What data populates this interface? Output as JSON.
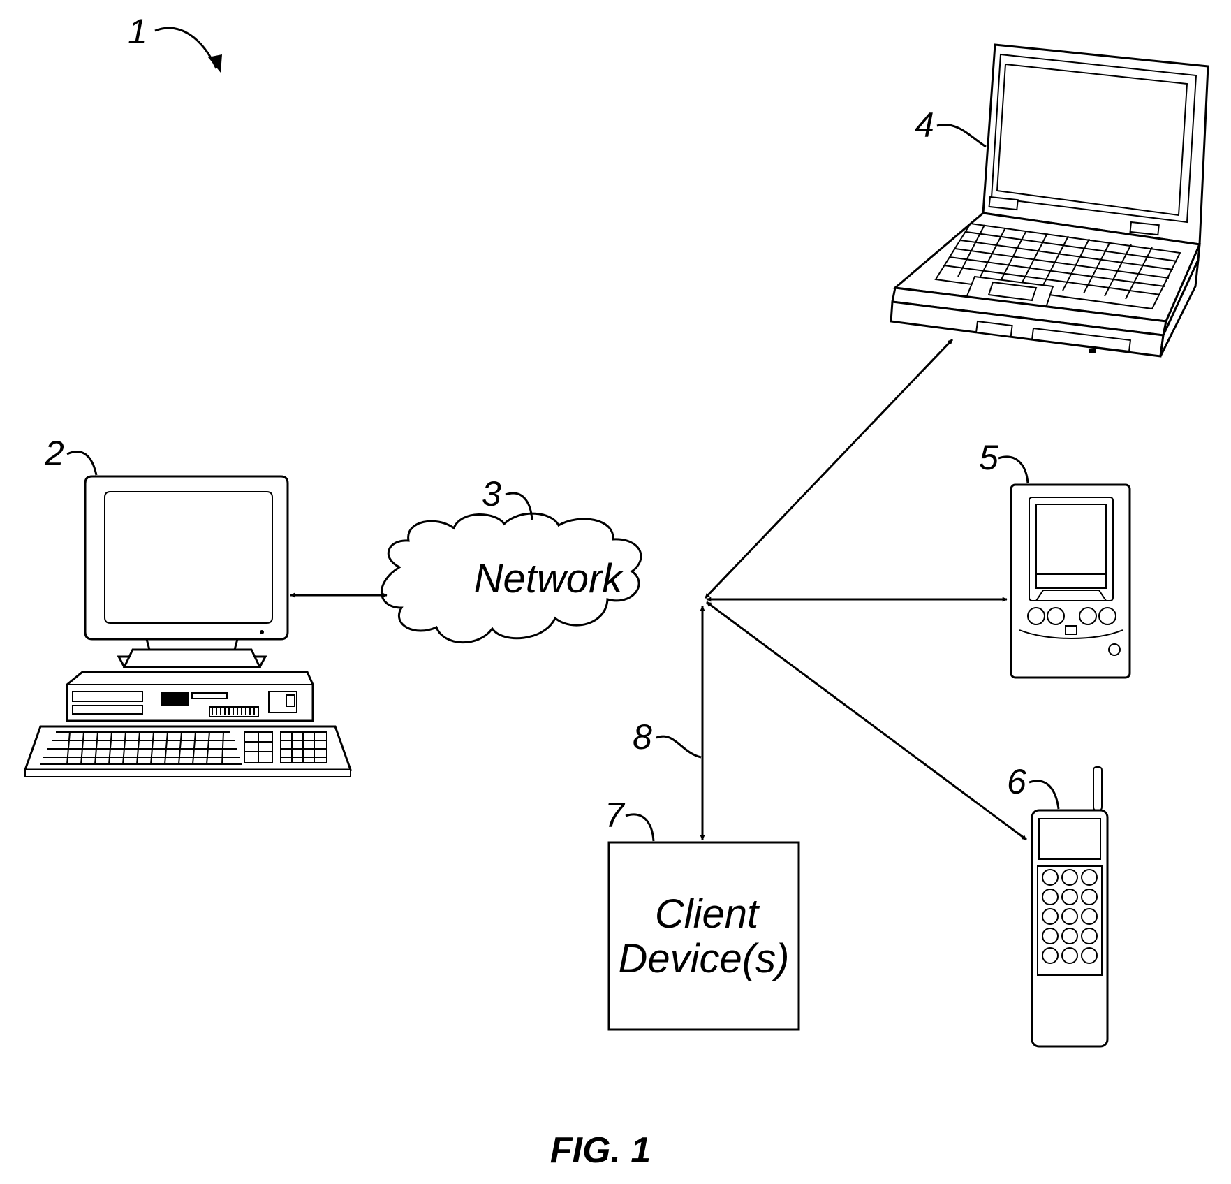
{
  "figure": {
    "caption": "FIG. 1",
    "system_ref": "1"
  },
  "nodes": {
    "desktop": {
      "ref": "2",
      "icon": "desktop-computer-icon"
    },
    "network": {
      "ref": "3",
      "label": "Network",
      "icon": "cloud-icon"
    },
    "laptop": {
      "ref": "4",
      "icon": "laptop-icon"
    },
    "pda": {
      "ref": "5",
      "icon": "pda-icon"
    },
    "phone": {
      "ref": "6",
      "icon": "mobile-phone-icon"
    },
    "client": {
      "ref": "7",
      "label_line1": "Client",
      "label_line2": "Device(s)"
    },
    "link": {
      "ref": "8"
    }
  },
  "colors": {
    "line": "#000000",
    "background": "#ffffff"
  }
}
